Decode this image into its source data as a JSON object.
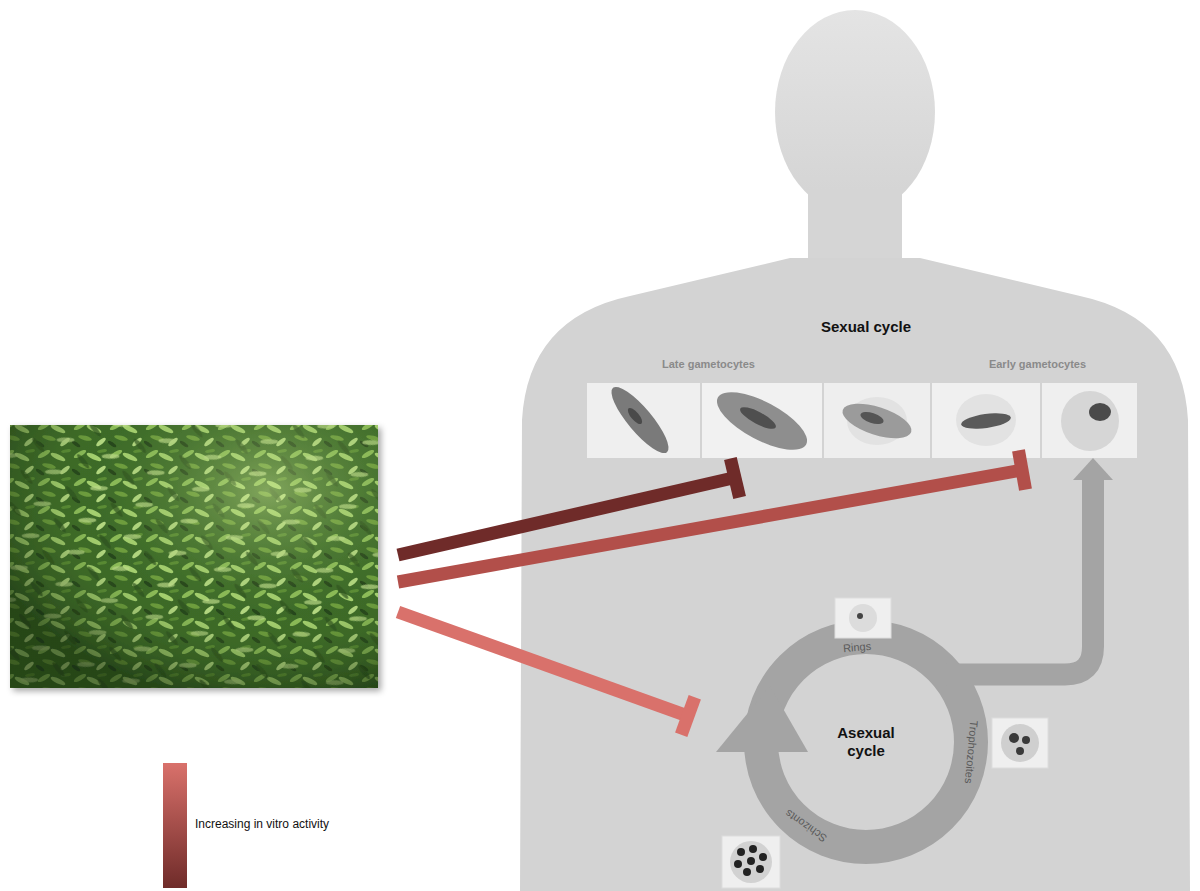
{
  "diagram": {
    "nodes": [
      {
        "text": [
          "Sexual cycle"
        ]
      },
      {
        "text": [
          "Late gametocytes"
        ],
        "in": 0
      },
      {
        "text": [
          "Early gametocytes"
        ],
        "in": 0
      },
      {
        "text": [
          "Asexual cycle"
        ]
      }
    ],
    "edges": [
      {
        "from": 3,
        "to": 2,
        "arrow": "to"
      }
    ],
    "labels": [
      "Rings",
      "Trophozoites",
      "Schizonts"
    ],
    "legend": [
      {
        "text": "Increasing in vitro activity"
      }
    ]
  }
}
